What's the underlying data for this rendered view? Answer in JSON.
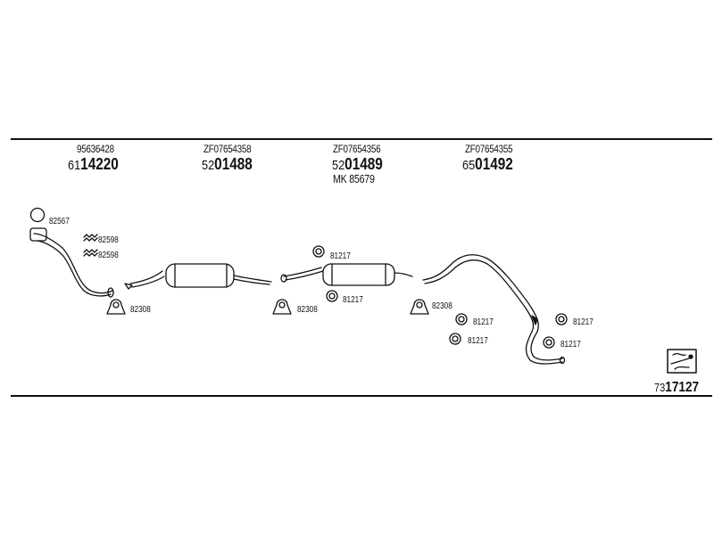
{
  "columns": [
    {
      "part_number": "95636428",
      "prefix": "61",
      "main": "14220"
    },
    {
      "part_number": "ZF07654358",
      "prefix": "52",
      "main": "01488"
    },
    {
      "part_number": "ZF07654356",
      "prefix": "52",
      "main": "01489",
      "kit": "MK  85679"
    },
    {
      "part_number": "ZF07654355",
      "prefix": "65",
      "main": "01492"
    }
  ],
  "labels": {
    "gasket": "82567",
    "clamp_a": "82598",
    "clamp_b": "82598",
    "bracket_1": "82308",
    "bracket_2": "82308",
    "bracket_3": "82308",
    "ring_1": "81217",
    "ring_2": "81217",
    "ring_3": "81217",
    "ring_4": "81217",
    "ring_5": "81217",
    "ring_6": "81217"
  },
  "total": {
    "prefix": "73",
    "main": "17127"
  },
  "icons": [
    "book-icon"
  ]
}
